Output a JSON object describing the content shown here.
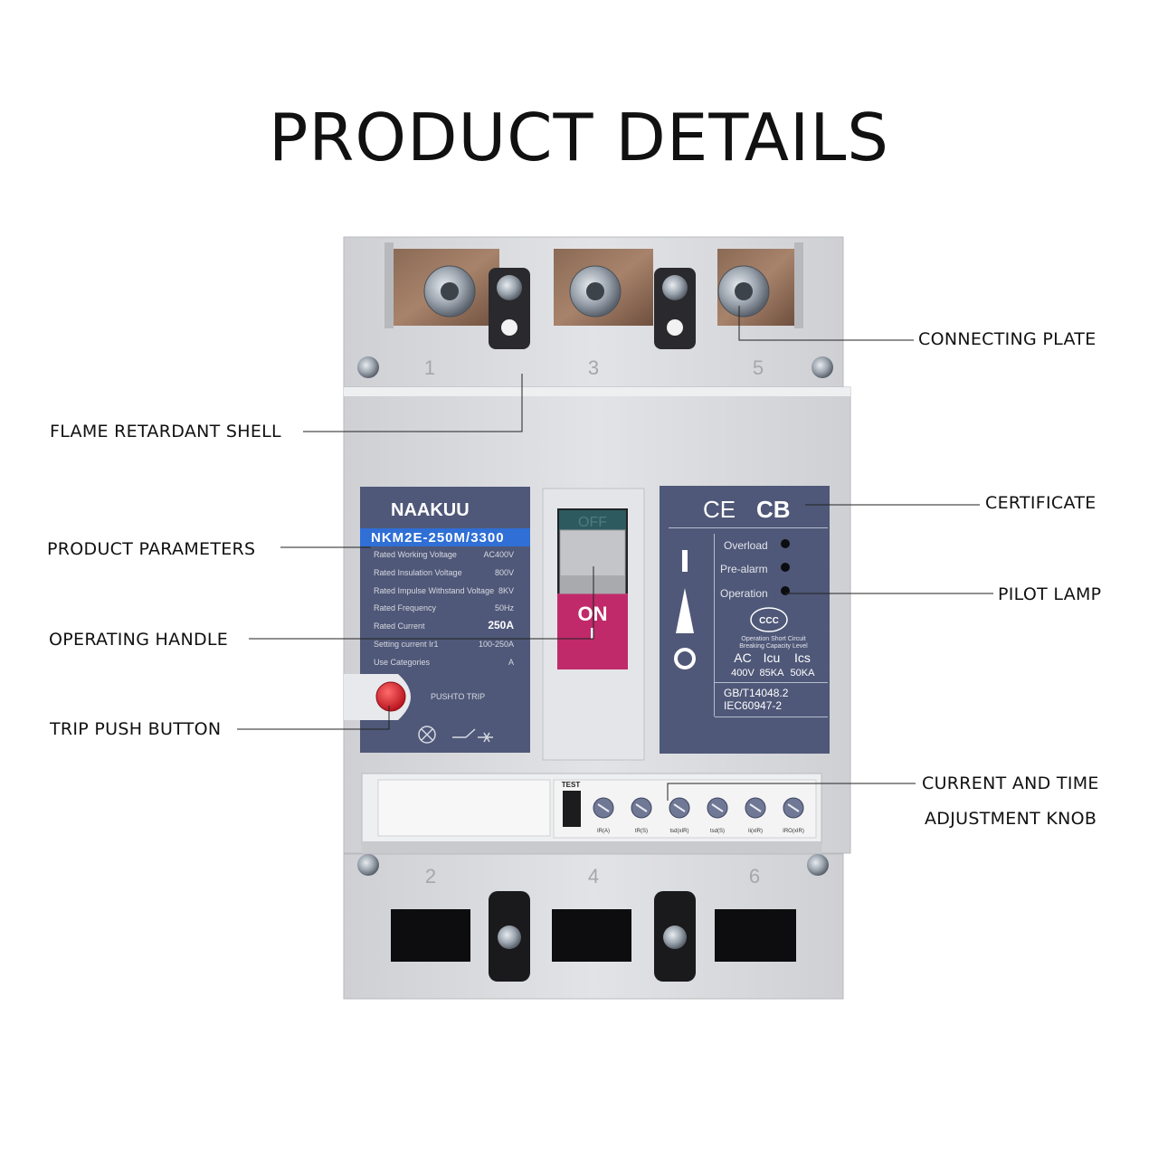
{
  "title": "PRODUCT DETAILS",
  "callouts": {
    "connecting_plate": "CONNECTING PLATE",
    "flame_shell": "FLAME RETARDANT SHELL",
    "certificate": "CERTIFICATE",
    "product_parameters": "PRODUCT PARAMETERS",
    "pilot_lamp": "PILOT LAMP",
    "operating_handle": "OPERATING HANDLE",
    "trip_button": "TRIP PUSH BUTTON",
    "adjust_line1": "CURRENT AND TIME",
    "adjust_line2": "ADJUSTMENT KNOB"
  },
  "breaker": {
    "brand": "NAAKUU",
    "model": "NKM2E-250M/3300",
    "terminals_top": [
      "1",
      "3",
      "5"
    ],
    "terminals_bottom": [
      "2",
      "4",
      "6"
    ],
    "params": [
      {
        "label": "Rated Working Voltage",
        "value": "AC400V"
      },
      {
        "label": "Rated Insulation Voltage",
        "value": "800V"
      },
      {
        "label": "Rated Impulse Withstand Voltage",
        "value": "8KV"
      },
      {
        "label": "Rated Frequency",
        "value": "50Hz"
      },
      {
        "label": "Rated Current",
        "value": "250A"
      },
      {
        "label": "Setting current  Ir1",
        "value": "100-250A"
      },
      {
        "label": "Use Categories",
        "value": "A"
      }
    ],
    "push_to_trip": "PUSHTO TRIP",
    "handle_off": "OFF",
    "handle_on": "ON",
    "cert_ce": "CE",
    "cert_cb": "CB",
    "lamps": [
      "Overload",
      "Pre-alarm",
      "Operation"
    ],
    "ccc": "CCC",
    "breaking_text_1": "Operation Short Circuit",
    "breaking_text_2": "Breaking Capacity Level",
    "rating_headers": [
      "AC",
      "Icu",
      "Ics"
    ],
    "rating_values": [
      "400V",
      "85KA",
      "50KA"
    ],
    "standard_1": "GB/T14048.2",
    "standard_2": "IEC60947-2",
    "test_label": "TEST",
    "knob_labels": [
      "IR(A)",
      "tR(S)",
      "tsd(xIR)",
      "tsd(S)",
      "Ii(xIR)",
      "IRO(xIR)"
    ],
    "colors": {
      "shell": "#dcdde0",
      "label_panel": "#4f5878",
      "model_bar": "#2f6fd6",
      "handle_on": "#c02a6a",
      "trip_button": "#d8202c"
    }
  }
}
